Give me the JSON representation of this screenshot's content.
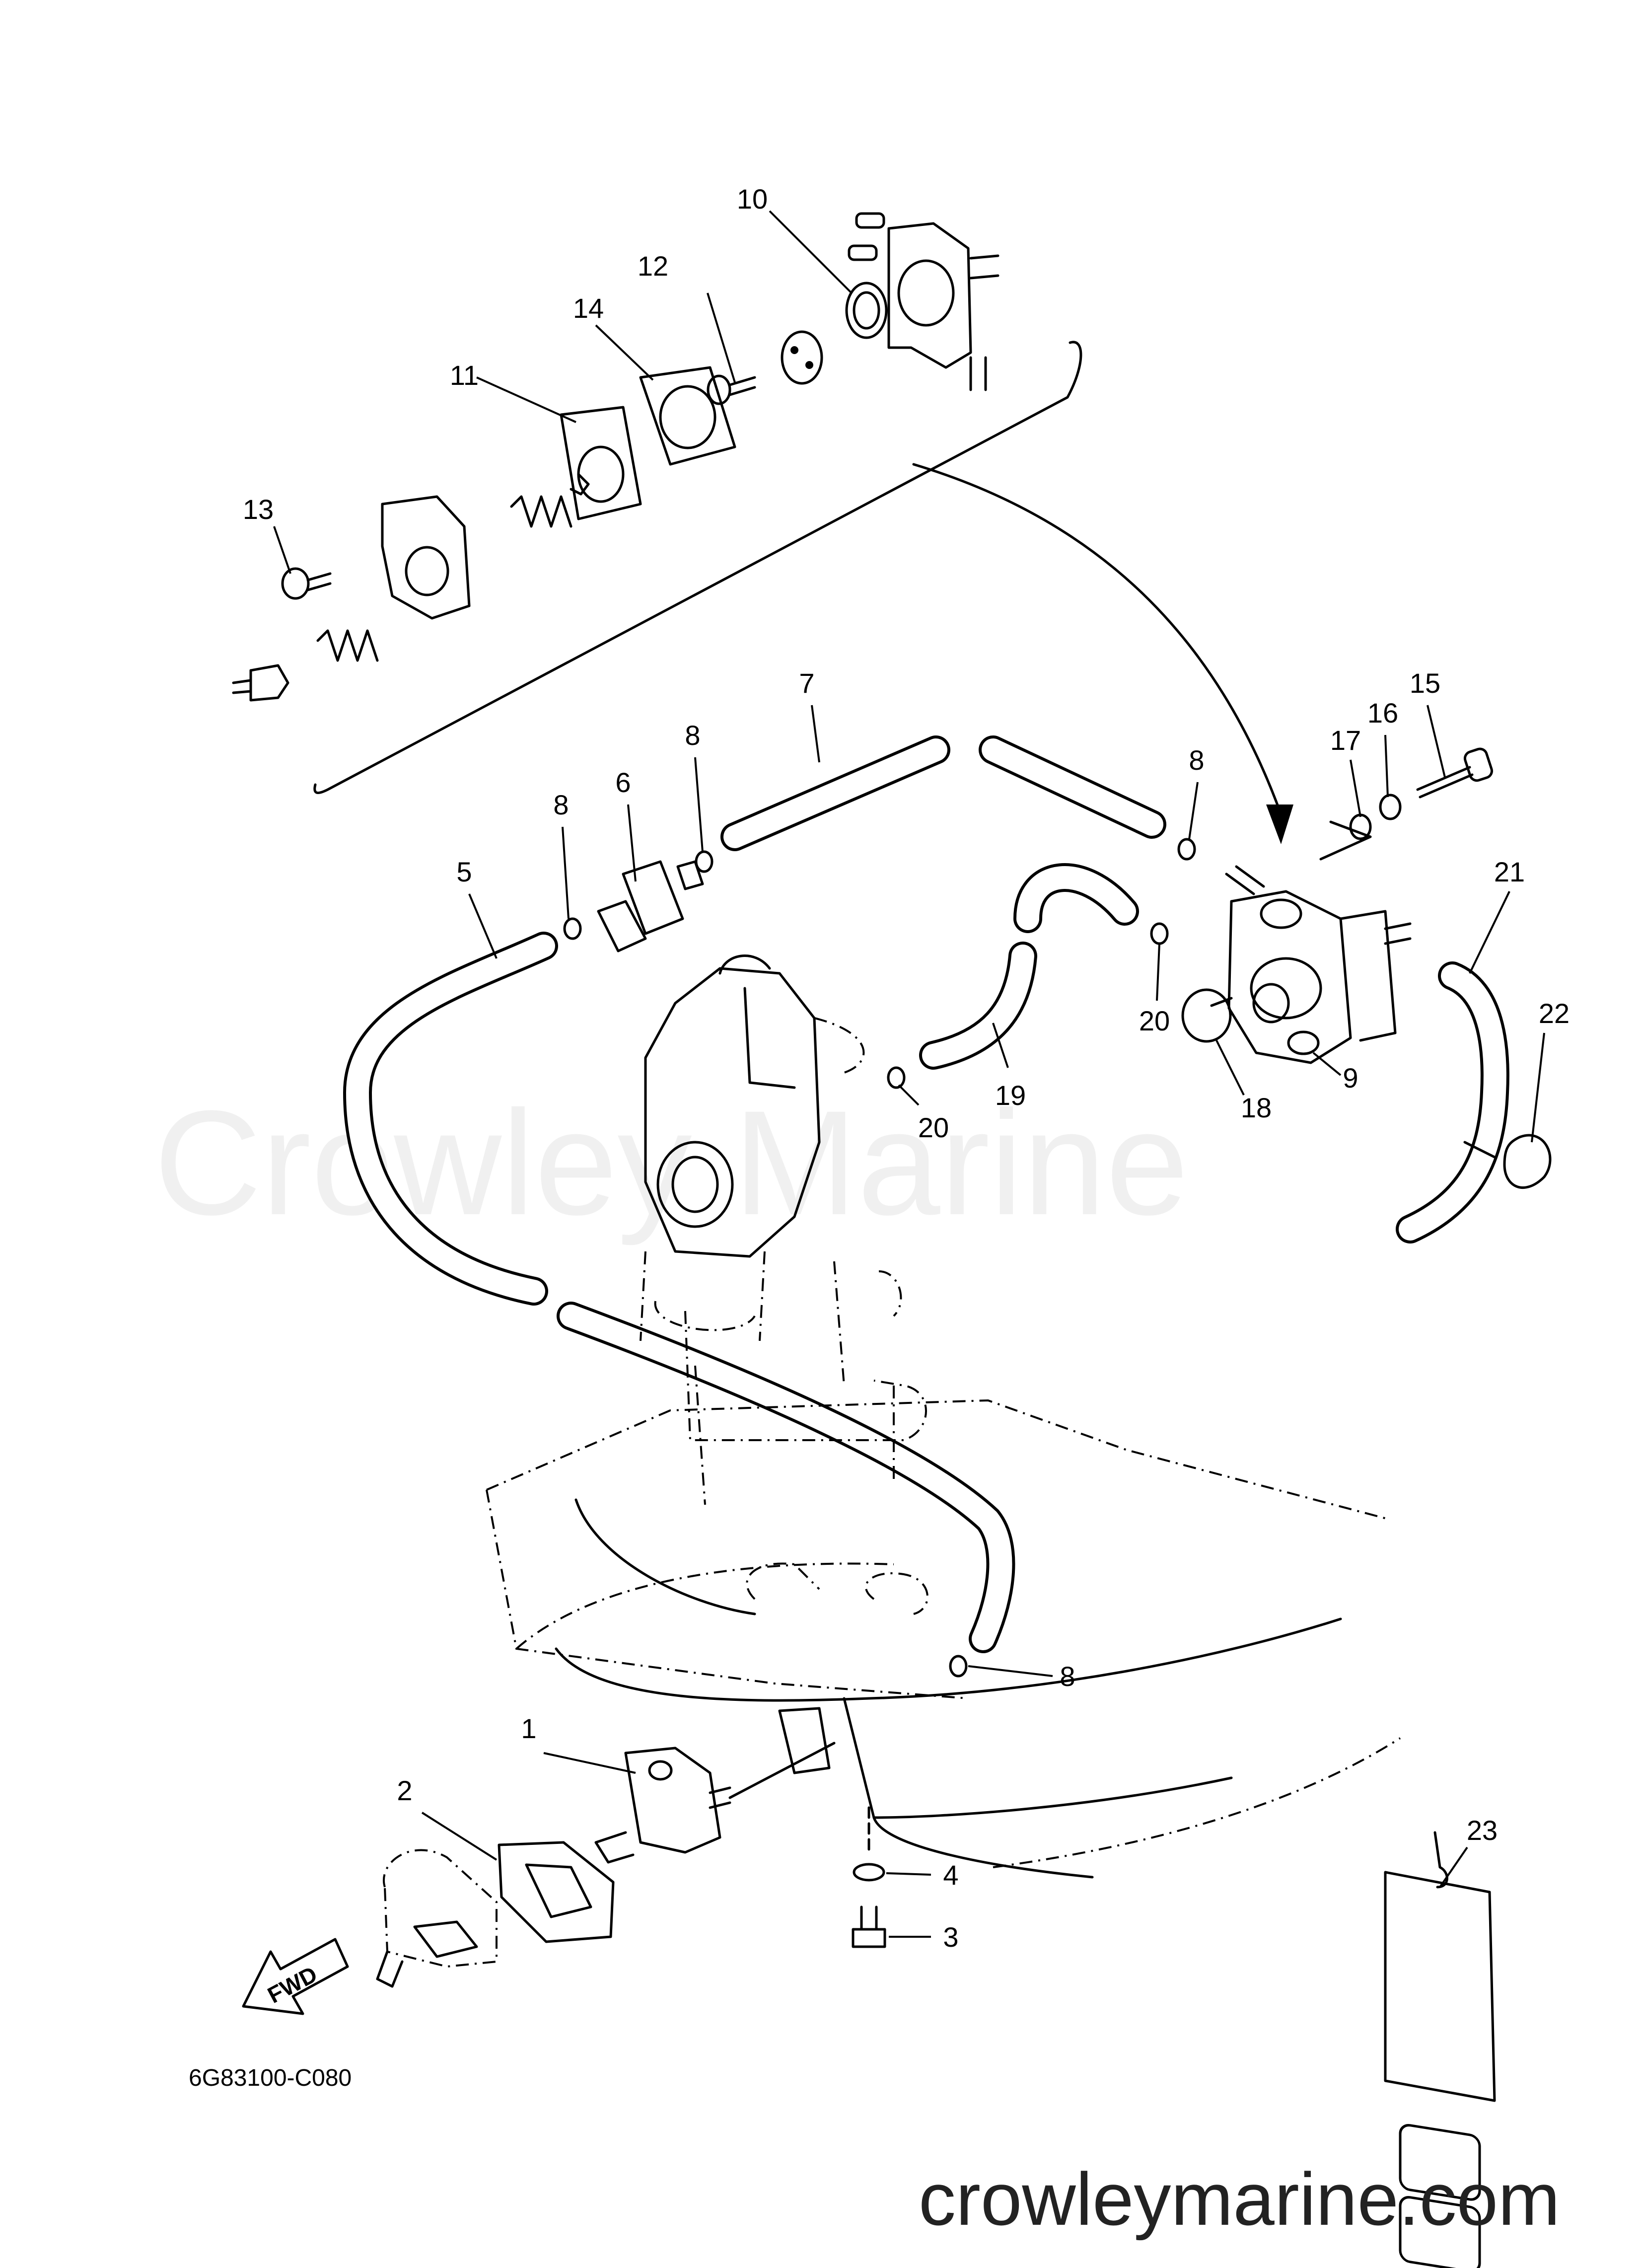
{
  "diagram": {
    "callouts": [
      "1",
      "2",
      "3",
      "4",
      "5",
      "6",
      "7",
      "8",
      "9",
      "10",
      "11",
      "12",
      "13",
      "14",
      "15",
      "16",
      "17",
      "18",
      "19",
      "20",
      "21",
      "22",
      "23"
    ],
    "drawing_code": "6G83100-C080",
    "fwd_label": "FWD",
    "watermark": "Crowley Marine",
    "site": "crowleymarine.com"
  }
}
